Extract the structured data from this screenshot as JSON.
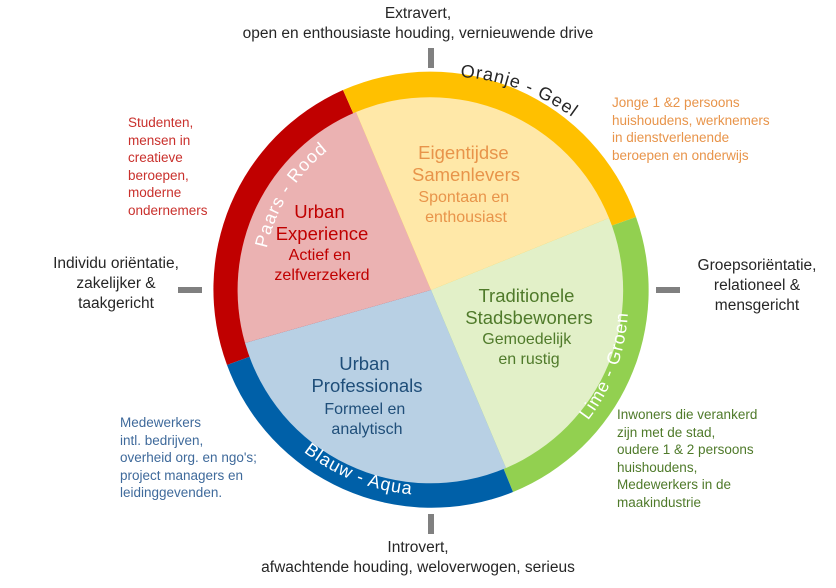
{
  "axes": {
    "top": {
      "title": "Extravert,",
      "subtitle": "open en enthousiaste houding, vernieuwende drive"
    },
    "bottom": {
      "title": "Introvert,",
      "subtitle": "afwachtende houding, weloverwogen, serieus"
    },
    "left": {
      "lines": [
        "Individu oriëntatie,",
        "zakelijker &",
        "taakgericht"
      ]
    },
    "right": {
      "lines": [
        "Groepsoriëntatie,",
        "relationeel &",
        "mensgericht"
      ]
    }
  },
  "colors": {
    "red": "#c00000",
    "orange": "#ffc000",
    "green": "#92d050",
    "blue": "#0060a8",
    "red_fill": "#ebb2b2",
    "orange_fill": "#ffe8a8",
    "green_fill": "#e2f0c8",
    "blue_fill": "#b8d0e4"
  },
  "ring_labels": {
    "red": "Paars - Rood",
    "orange": "Oranje - Geel",
    "green": "Lime - Groen",
    "blue": "Blauw - Aqua"
  },
  "segments": {
    "red": {
      "title": [
        "Urban",
        "Experience"
      ],
      "subtitle": [
        "Actief en",
        "zelfverzekerd"
      ]
    },
    "orange": {
      "title": [
        "Eigentijdse",
        "Samenlevers"
      ],
      "subtitle": [
        "Spontaan en",
        "enthousiast"
      ]
    },
    "green": {
      "title": [
        "Traditionele",
        "Stadsbewoners"
      ],
      "subtitle": [
        "Gemoedelijk",
        "en rustig"
      ]
    },
    "blue": {
      "title": [
        "Urban",
        "Professionals"
      ],
      "subtitle": [
        "Formeel en",
        "analytisch"
      ]
    }
  },
  "descriptions": {
    "red": [
      "Studenten,",
      "mensen in",
      "creatieve",
      "beroepen,",
      "moderne",
      "ondernemers"
    ],
    "orange": [
      "Jonge 1 &2 persoons",
      "huishoudens, werknemers",
      "in dienstverlenende",
      "beroepen en onderwijs"
    ],
    "blue": [
      "Medewerkers",
      "intl. bedrijven,",
      "overheid org. en ngo's;",
      "project managers en",
      "leidinggevenden."
    ],
    "green": [
      "Inwoners die verankerd",
      "zijn met de stad,",
      "oudere 1 & 2 persoons",
      "huishoudens,",
      "Medewerkers in de",
      "maakindustrie"
    ]
  }
}
